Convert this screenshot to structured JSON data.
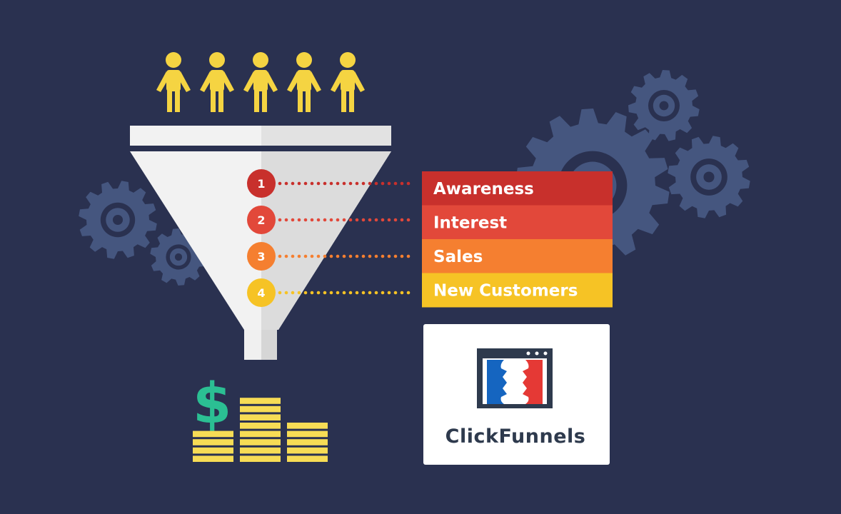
{
  "colors": {
    "background": "#2a3150",
    "gear": "#45567f",
    "person": "#f5d442",
    "funnel_light": "#f2f2f2",
    "funnel_shadow": "#d9d9d9",
    "coin": "#f7dc55",
    "dollar": "#2bbf93",
    "brand_text": "#2e3a4d",
    "brand_blue": "#1565c0",
    "brand_red": "#e53935"
  },
  "stages": [
    {
      "number": "1",
      "label": "Awareness",
      "color": "#c8302c"
    },
    {
      "number": "2",
      "label": "Interest",
      "color": "#e2483a"
    },
    {
      "number": "3",
      "label": "Sales",
      "color": "#f57f30"
    },
    {
      "number": "4",
      "label": "New Customers",
      "color": "#f6c325"
    }
  ],
  "people_count": 5,
  "money": {
    "symbol": "$",
    "coin_stacks": [
      4,
      8,
      5
    ]
  },
  "brand": {
    "name": "ClickFunnels",
    "icon": "clickfunnels-logo-icon"
  }
}
